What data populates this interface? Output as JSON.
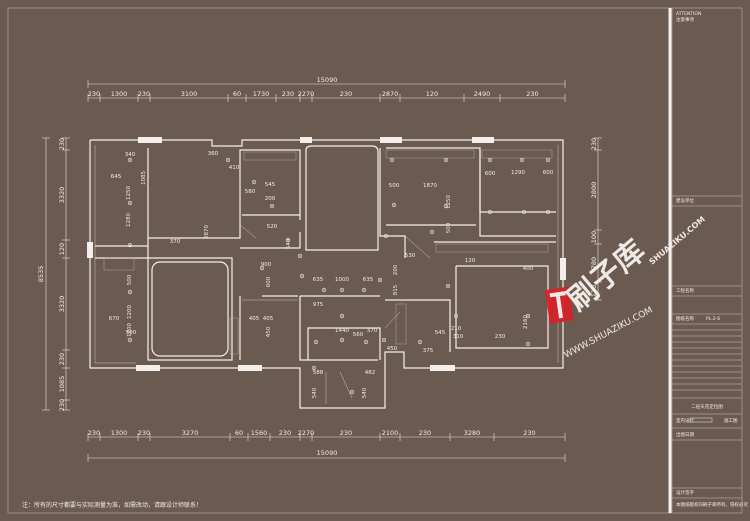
{
  "overall_width_label": "15090",
  "overall_height_label": "8535",
  "top_dims": [
    "230",
    "1300",
    "230",
    "3100",
    "60",
    "1730",
    "230",
    "2270",
    "230",
    "2870",
    "120",
    "2490",
    "230"
  ],
  "bottom_dims": [
    "230",
    "1300",
    "230",
    "3270",
    "60",
    "1560",
    "230",
    "2270",
    "230",
    "2100",
    "230",
    "3280",
    "230"
  ],
  "left_dims": [
    "230",
    "3320",
    "120",
    "3320",
    "230",
    "1085",
    "230"
  ],
  "right_dims": [
    "230",
    "2800",
    "100",
    "780",
    "120"
  ],
  "interior_dims": [
    "340",
    "645",
    "1085",
    "1250",
    "1280",
    "360",
    "410",
    "580",
    "545",
    "200",
    "2870",
    "370",
    "520",
    "540",
    "1870",
    "500",
    "1250",
    "500",
    "600",
    "1290",
    "600",
    "530",
    "900",
    "635",
    "1000",
    "635",
    "815",
    "200",
    "975",
    "600",
    "670",
    "500",
    "1200",
    "1200",
    "500",
    "405",
    "405",
    "450",
    "1440",
    "560",
    "370",
    "588",
    "482",
    "540",
    "540",
    "545",
    "375",
    "450",
    "310",
    "2160",
    "230",
    "400",
    "120",
    "210"
  ],
  "note_text": "注：所有的尺寸都要与实际测量为准，如需改动，请跟设计师联系！",
  "title_block": {
    "header": "ATTENTION",
    "header_cn": "注意事项",
    "fields": [
      "建设单位",
      "工程名称",
      "图纸名称"
    ],
    "drawing_no": "PL-2-6",
    "drawing_title": "二层天花定位图",
    "sign_labels": [
      "室内设计",
      "施工图"
    ],
    "bottom_labels": [
      "出图日期",
      "设计签字"
    ],
    "footer": "本图纸版权归刷子库所有，侵权必究"
  },
  "watermark": {
    "brand_cn": "刷子库",
    "brand_url": "SHUAZIKU.COM",
    "brand_url2": "WWW.SHUAZIKU.COM"
  },
  "colors": {
    "background": "#6b5a50",
    "line": "#e9e1d9",
    "accent_logo": "#d6222a"
  },
  "icon_names": [
    "ceiling-light-icon",
    "logo-brush-icon"
  ]
}
